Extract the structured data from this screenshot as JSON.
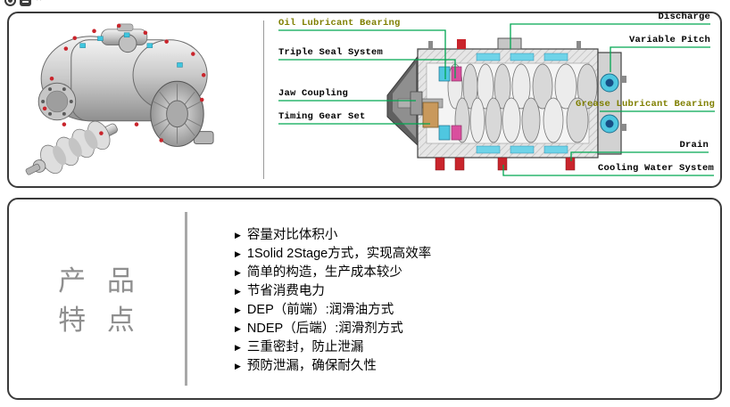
{
  "cropped_header": {
    "partial_text": "pp"
  },
  "diagram_panel": {
    "labels_left": [
      {
        "text": "Oil Lubricant Bearing",
        "emphasis": "olive"
      },
      {
        "text": "Triple Seal System",
        "emphasis": "black"
      },
      {
        "text": "Jaw Coupling",
        "emphasis": "black"
      },
      {
        "text": "Timing Gear Set",
        "emphasis": "black"
      }
    ],
    "labels_right": [
      {
        "text": "Discharge",
        "emphasis": "black"
      },
      {
        "text": "Variable Pitch",
        "emphasis": "black"
      },
      {
        "text": "Grease Lubricant Bearing",
        "emphasis": "olive"
      },
      {
        "text": "Drain",
        "emphasis": "black"
      },
      {
        "text": "Cooling Water System",
        "emphasis": "black"
      }
    ]
  },
  "features_panel": {
    "title_line1": "产 品",
    "title_line2": "特 点",
    "marker": "▶",
    "items": [
      "容量对比体积小",
      "1Solid 2Stage方式，实现高效率",
      "简单的构造，生产成本较少",
      "节省消费电力",
      "DEP（前端）:润滑油方式",
      "NDEP（后端）:润滑剂方式",
      "三重密封，防止泄漏",
      "预防泄漏，确保耐久性"
    ]
  },
  "colors": {
    "callout_green": "#00a651",
    "label_olive": "#7f7f00",
    "accent_red": "#c9252c",
    "accent_cyan": "#3fc6df",
    "accent_magenta": "#d94f9e",
    "accent_tan": "#c9995c"
  }
}
